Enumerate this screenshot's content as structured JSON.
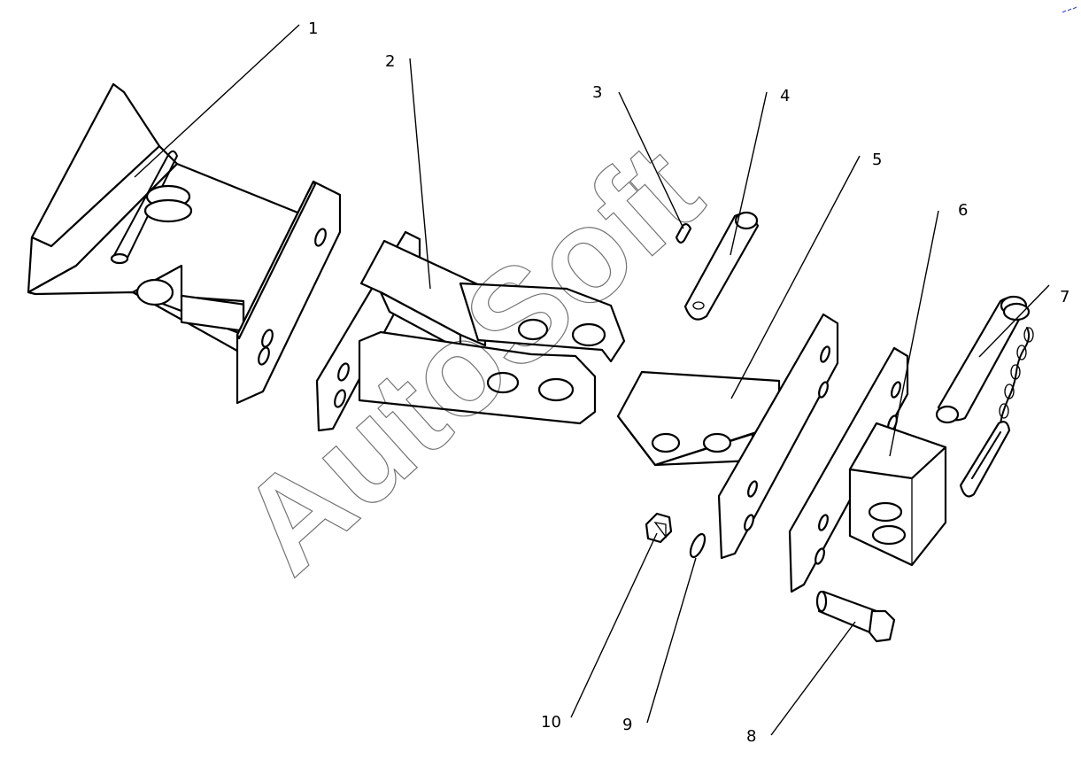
{
  "diagram": {
    "watermark": "AutoSoft",
    "callouts": [
      {
        "id": "1",
        "label": "1"
      },
      {
        "id": "2",
        "label": "2"
      },
      {
        "id": "3",
        "label": "3"
      },
      {
        "id": "4",
        "label": "4"
      },
      {
        "id": "5",
        "label": "5"
      },
      {
        "id": "6",
        "label": "6"
      },
      {
        "id": "7",
        "label": "7"
      },
      {
        "id": "8",
        "label": "8"
      },
      {
        "id": "9",
        "label": "9"
      },
      {
        "id": "10",
        "label": "10"
      }
    ]
  },
  "colors": {
    "line": "#000000",
    "background": "#ffffff"
  }
}
